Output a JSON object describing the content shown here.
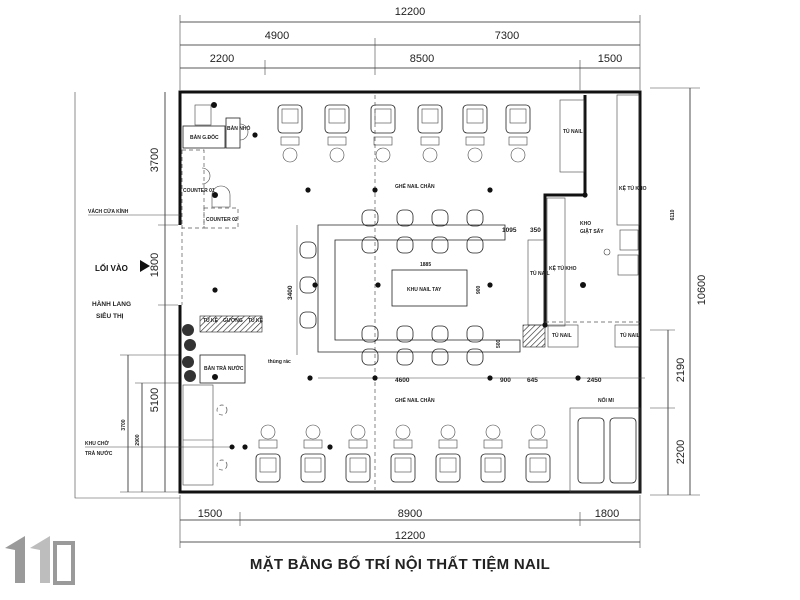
{
  "title": "MẶT BẰNG BỐ TRÍ NỘI THẤT TIỆM NAIL",
  "dimensions": {
    "top_total": "12200",
    "top_mid": [
      "4900",
      "7300"
    ],
    "top_inner": [
      "2200",
      "8500",
      "1500"
    ],
    "bottom_inner": [
      "1500",
      "8900",
      "1800"
    ],
    "bottom_total": "12200",
    "right_total": "10600",
    "right_upper": "6110",
    "right_mid": "2190",
    "right_lower": "2200",
    "left_upper": "3700",
    "left_mid": "1800",
    "left_lower": "5100",
    "left_wait_a": "3700",
    "left_wait_b": "2900",
    "table_height": "3400",
    "table_desk_w": "1885",
    "table_desk_h": "900",
    "gap_1095": "1095",
    "gap_350": "350",
    "row_4600": "4600",
    "row_900": "900",
    "row_645": "645",
    "row_2450": "2450",
    "shelf_500": "500"
  },
  "labels": {
    "ban_gdoc": "BÀN G.ĐỐC",
    "ban_nho": "BÀN NHỎ",
    "counter1": "COUNTER 01",
    "counter2": "COUNTER 02",
    "vach_cua_kinh": "VÁCH CỬA KÍNH",
    "loi_vao": "LỐI VÀO",
    "hanh_lang": "HÀNH LANG",
    "sieu_thi": "SIÊU THỊ",
    "tu_ke_1": "TỦ KỆ",
    "guong": "GƯƠNG",
    "tu_ke_2": "TỦ KỆ",
    "ban_tra_nuoc": "BÀN TRÀ NƯỚC",
    "thung_rac": "thùng rác",
    "khu_cho": "KHU CHỜ",
    "tra_nuoc": "TRÀ NƯỚC",
    "ghe_nail_chan_top": "GHẾ NAIL CHÂN",
    "ghe_nail_chan_bottom": "GHẾ NAIL CHÂN",
    "khu_nail_tay": "KHU NAIL TAY",
    "tu_nail_top": "TỦ NAIL",
    "tu_nail_mid": "TỦ NAIL",
    "ke_tu_kho_left": "KỆ TỦ KHO",
    "ke_tu_kho_right": "KỆ TỦ KHO",
    "kho_giat_say_1": "KHO",
    "kho_giat_say_2": "GIẶT SẤY",
    "tu_nail_b1": "TỦ NAIL",
    "tu_nail_b2": "TỦ NAIL",
    "noi_mi": "NỐI MI"
  }
}
